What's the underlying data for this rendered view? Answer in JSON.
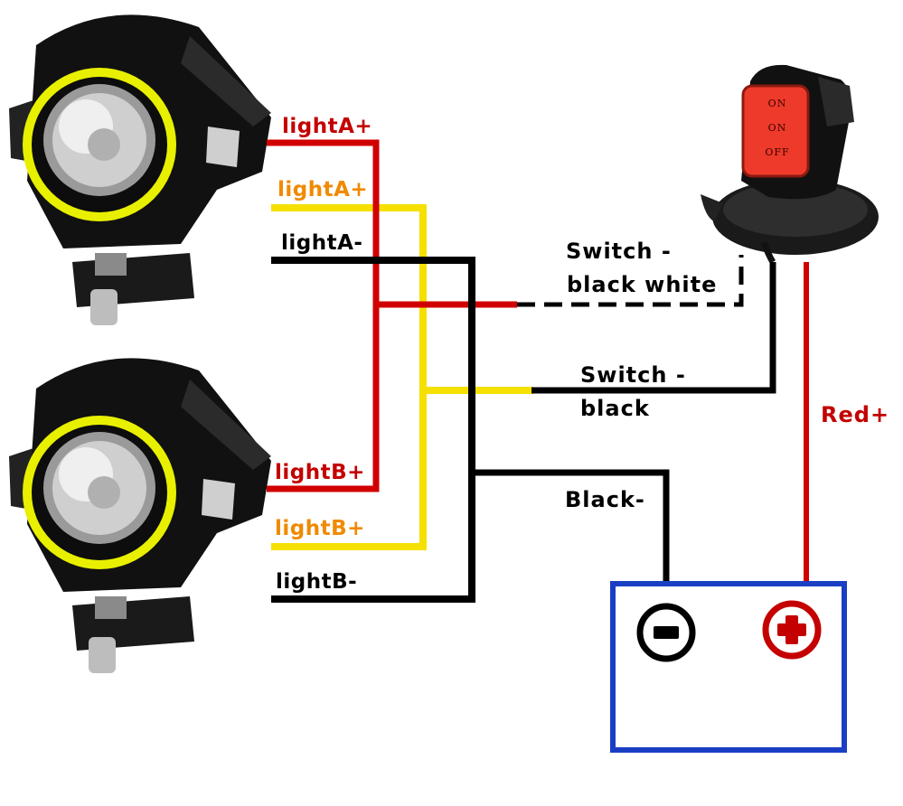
{
  "colors": {
    "red_wire": "#d10000",
    "yellow_wire": "#f5e000",
    "black_wire": "#000000",
    "battery_border": "#1a3fc4",
    "label_red": "#c40000",
    "label_orange": "#f08a00",
    "label_black": "#000000"
  },
  "lamps": {
    "a": {
      "plus_red": "lightA+",
      "plus_yellow": "lightA+",
      "minus": "lightA-"
    },
    "b": {
      "plus_red": "lightB+",
      "plus_yellow": "lightB+",
      "minus": "lightB-"
    }
  },
  "switch": {
    "label_black_white_1": "Switch -",
    "label_black_white_2": "black white",
    "label_black_1": "Switch -",
    "label_black_2": "black",
    "button_text": [
      "ON",
      "ON",
      "OFF"
    ]
  },
  "battery": {
    "red_label": "Red+",
    "black_label": "Black-",
    "negative_icon": "minus-terminal-icon",
    "positive_icon": "plus-terminal-icon"
  }
}
